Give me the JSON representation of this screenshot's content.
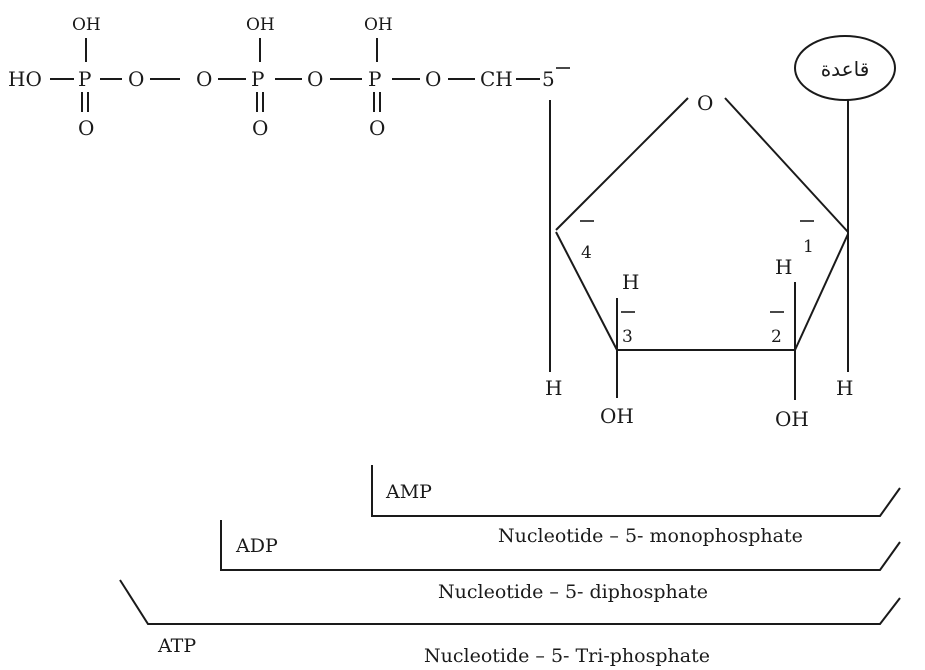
{
  "phosphates": {
    "oh1": "OH",
    "oh2": "OH",
    "oh3": "OH",
    "ho": "HO",
    "p1": "P",
    "p2": "P",
    "p3": "P",
    "o1": "O",
    "o2": "O",
    "o3": "O",
    "o4": "O",
    "dbo1": "O",
    "dbo2": "O",
    "dbo3": "O",
    "ch": "CH",
    "c5": "5"
  },
  "sugar": {
    "ring_o": "O",
    "c4": "4",
    "c1": "1",
    "c3": "3",
    "c2": "2",
    "h_c4": "H",
    "h_c1": "H",
    "h_c3": "H",
    "h_c2": "H",
    "oh_c3": "OH",
    "oh_c2": "OH"
  },
  "base": {
    "label": "قاعدة"
  },
  "brackets": {
    "amp": "AMP",
    "adp": "ADP",
    "atp": "ATP",
    "mono": "Nucleotide – 5- monophosphate",
    "di": "Nucleotide – 5- diphosphate",
    "tri": "Nucleotide – 5- Tri-phosphate"
  }
}
